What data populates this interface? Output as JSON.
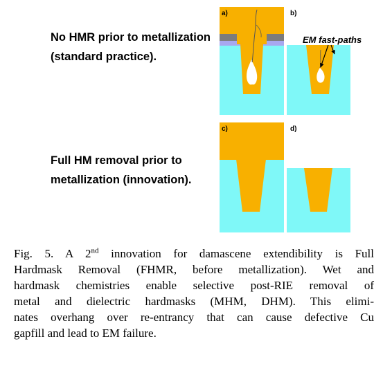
{
  "rows": [
    {
      "line1": "No HMR prior to metallization",
      "line2": "(standard practice)."
    },
    {
      "line1": "Full HM removal prior to",
      "line2": "metallization (innovation)."
    }
  ],
  "panels": [
    {
      "label": "a)"
    },
    {
      "label": "b)"
    },
    {
      "label": "c)"
    },
    {
      "label": "d)"
    }
  ],
  "annotation": "EM fast-paths",
  "colors": {
    "copper": "#f8b000",
    "dielectric": "#7ff8f8",
    "hardmask_dark": "#7c7c7c",
    "hardmask_light": "#a8a8f0",
    "void": "#ffffff",
    "text": "#000000"
  },
  "caption": {
    "lines": [
      {
        "pre": "Fig. 5.  A 2",
        "sup": "nd",
        "post": " innovation for damascene extendibility is Full"
      },
      {
        "pre": "Hardmask Removal (FHMR, before metallization).  Wet and"
      },
      {
        "pre": "hardmask chemistries enable selective post-RIE removal of"
      },
      {
        "pre": "metal and dielectric hardmasks (MHM, DHM).  This elimi-"
      },
      {
        "pre": "nates overhang over re-entrancy that can cause defective Cu"
      },
      {
        "pre": "gapfill and lead to EM failure."
      }
    ]
  }
}
